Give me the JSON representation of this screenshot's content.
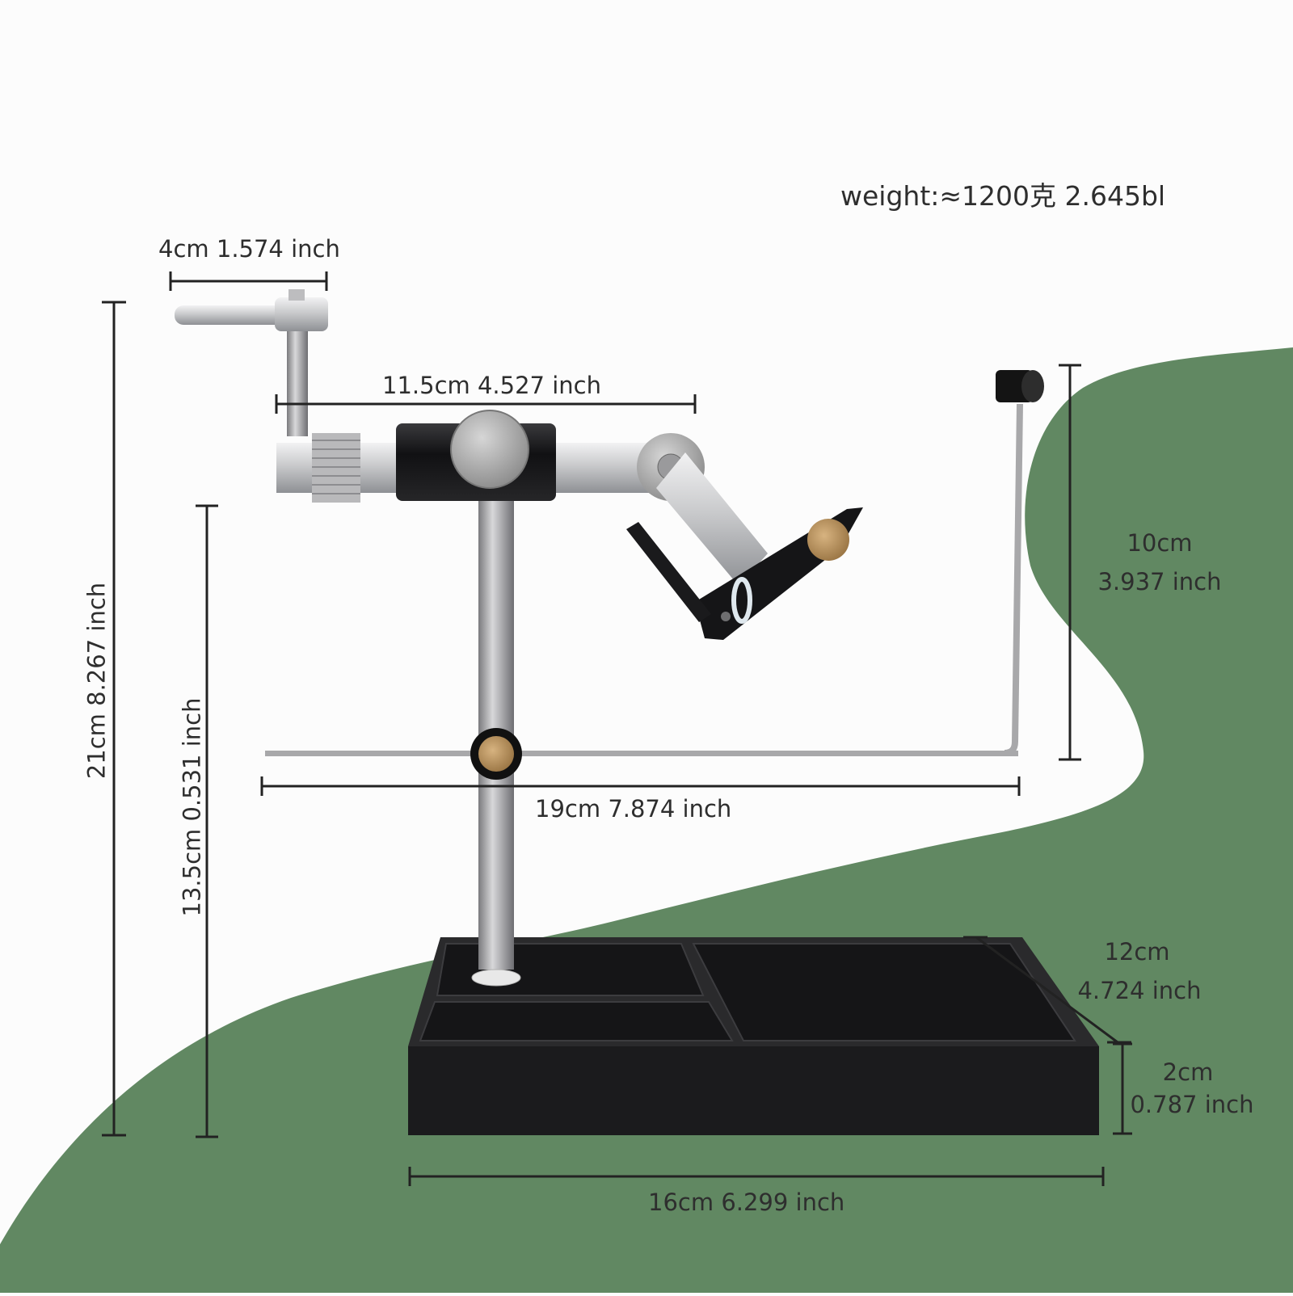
{
  "colors": {
    "background": "#fcfcfc",
    "green_shape": "#618862",
    "base_black": "#1b1b1d",
    "metal_silver": "#c9cacc",
    "brass": "#b08a58",
    "dimension_line": "#222222",
    "text": "#2e2e2e"
  },
  "weight_label": "weight:≈1200克 2.645bl",
  "dimensions": {
    "handle_width": "4cm 1.574 inch",
    "arm_length": "11.5cm 4.527 inch",
    "total_height": "21cm 8.267 inch",
    "stem_height": "13.5cm 0.531 inch",
    "bobbin_rest_width": "19cm   7.874 inch",
    "bobbin_rest_height_cm": "10cm",
    "bobbin_rest_height_in": "3.937 inch",
    "base_depth_cm": "12cm",
    "base_depth_in": "4.724 inch",
    "base_height_cm": "2cm",
    "base_height_in": "0.787 inch",
    "base_width": "16cm 6.299 inch"
  }
}
